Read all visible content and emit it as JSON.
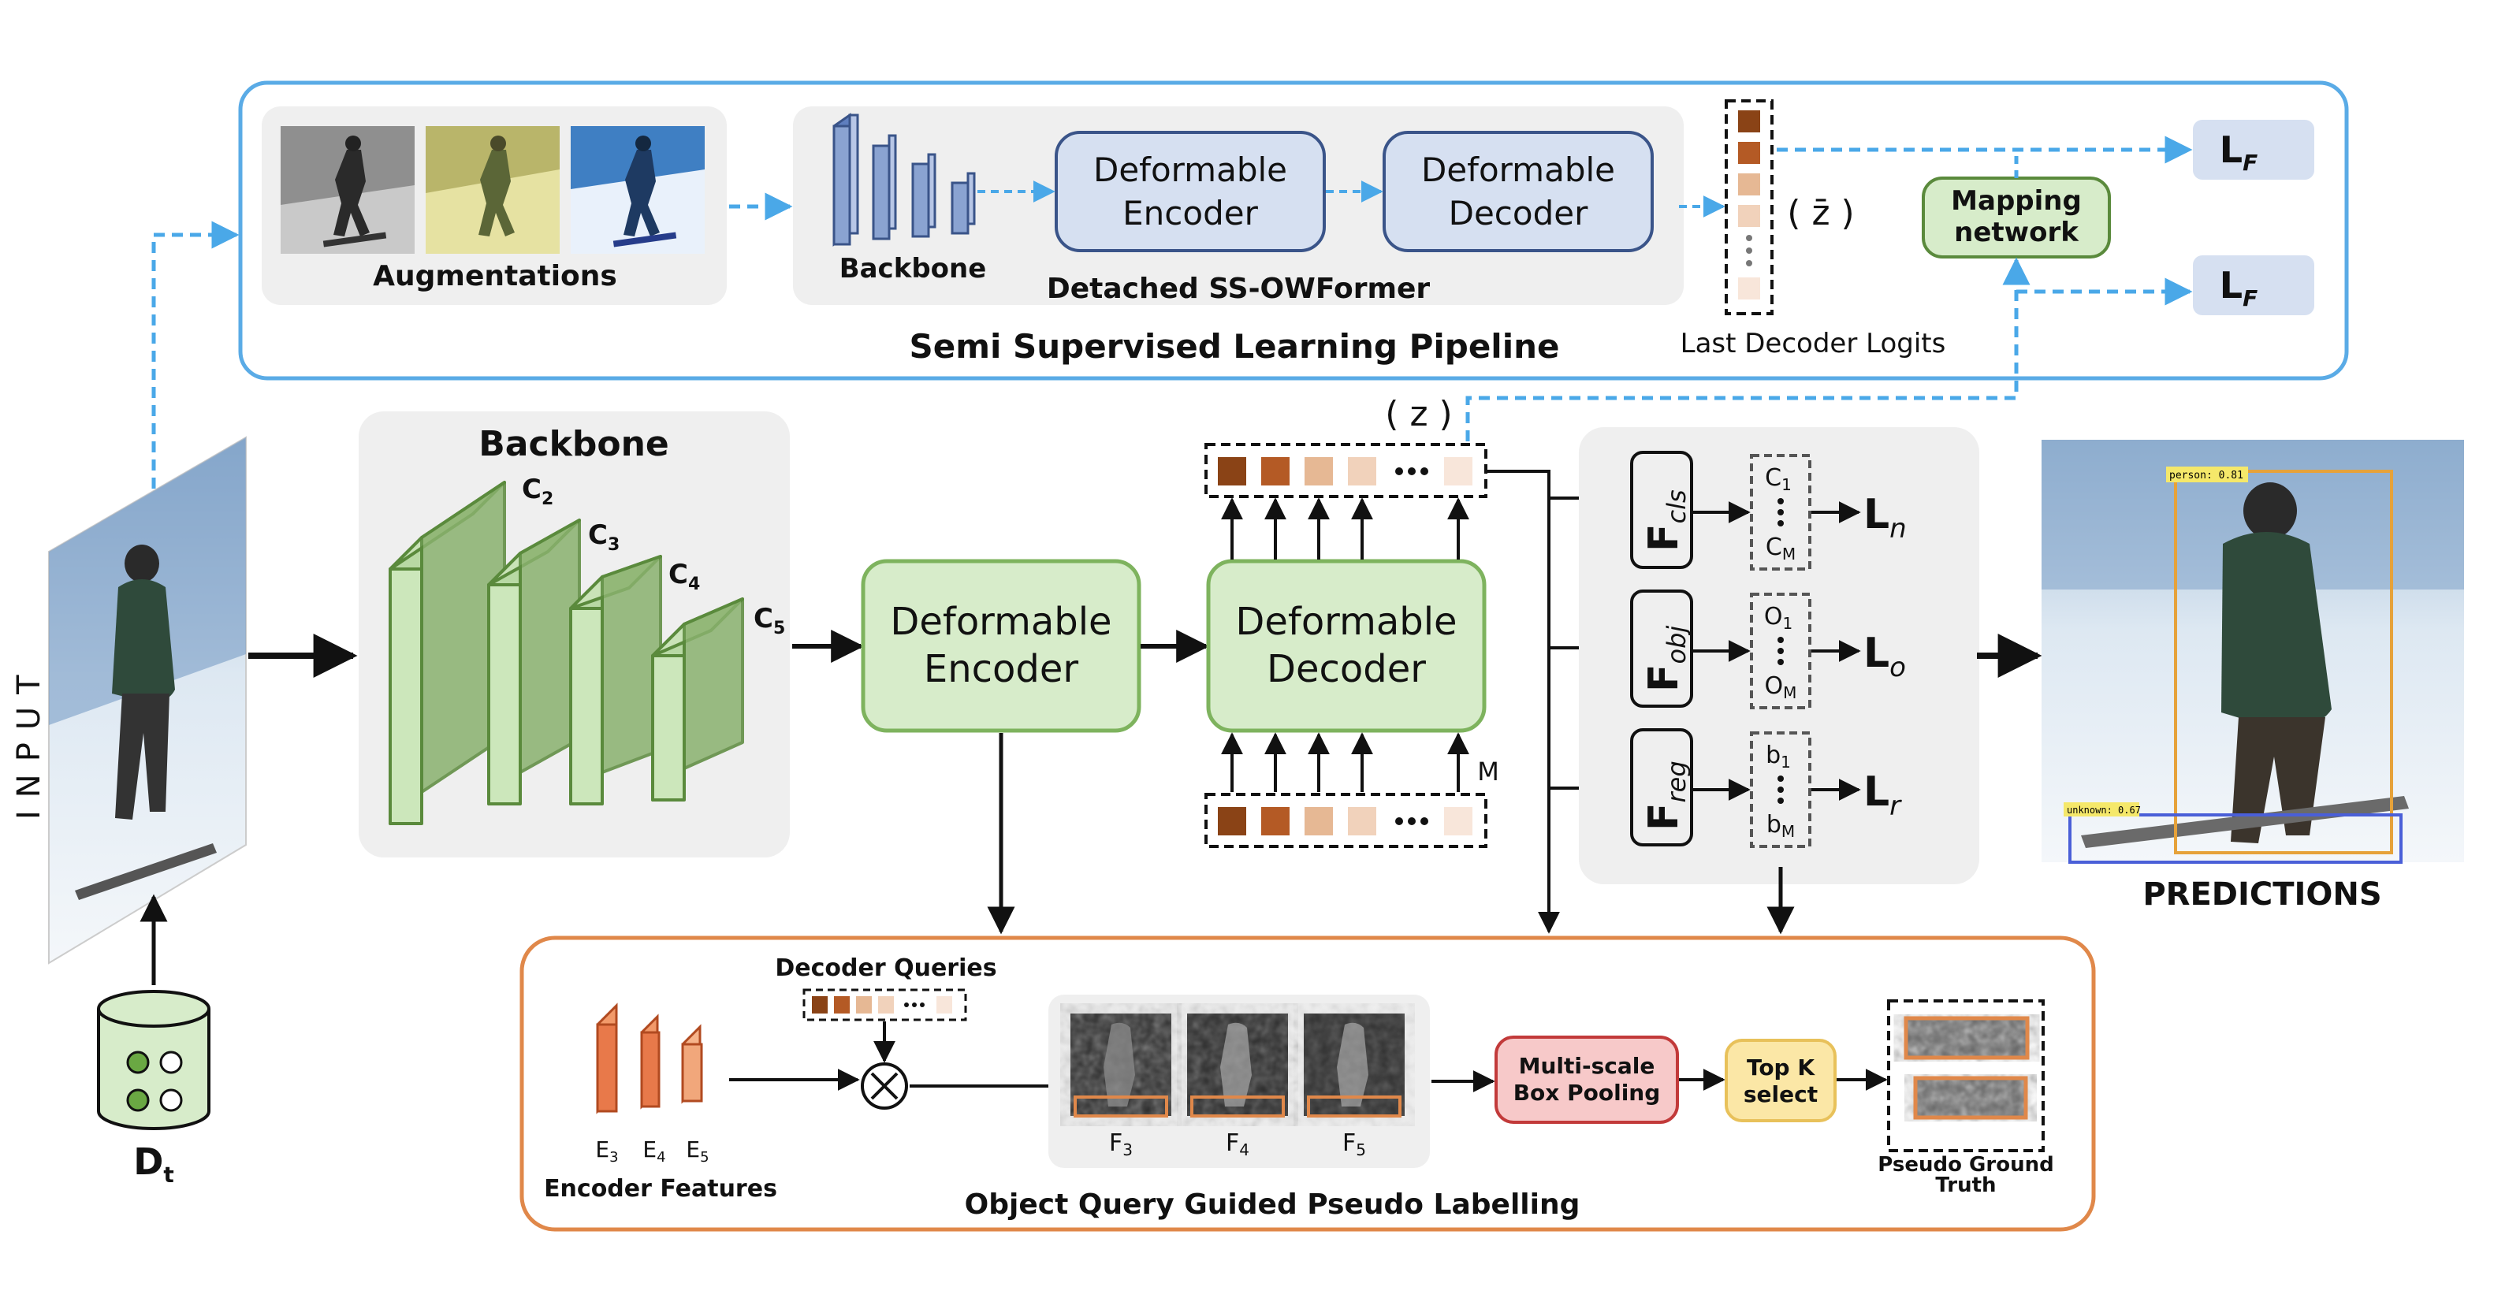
{
  "input_label": "INPUT",
  "dataset_label": "D",
  "dataset_sub": "t",
  "predictions_label": "PREDICTIONS",
  "ssl": {
    "title": "Semi Supervised Learning Pipeline",
    "augmentations_label": "Augmentations",
    "backbone_label": "Backbone",
    "detached_label": "Detached SS-OWFormer",
    "encoder": [
      "Deformable",
      "Encoder"
    ],
    "decoder": [
      "Deformable",
      "Decoder"
    ],
    "logits_label": "Last Decoder Logits",
    "zbar_label": "( z̄ )",
    "mapping": [
      "Mapping",
      "network"
    ],
    "loss": "L",
    "loss_sub": "F"
  },
  "main": {
    "backbone_title": "Backbone",
    "stages": [
      {
        "c": "C",
        "sub": "2"
      },
      {
        "c": "C",
        "sub": "3"
      },
      {
        "c": "C",
        "sub": "4"
      },
      {
        "c": "C",
        "sub": "5"
      }
    ],
    "encoder": [
      "Deformable",
      "Encoder"
    ],
    "decoder": [
      "Deformable",
      "Decoder"
    ],
    "z_label": "( z )",
    "m_label": "M",
    "heads": [
      {
        "f": "F",
        "sub": "cls",
        "top": "C",
        "top_sub": "1",
        "bot": "C",
        "bot_sub": "M",
        "loss": "L",
        "loss_sub": "n"
      },
      {
        "f": "F",
        "sub": "obj",
        "top": "O",
        "top_sub": "1",
        "bot": "O",
        "bot_sub": "M",
        "loss": "L",
        "loss_sub": "o"
      },
      {
        "f": "F",
        "sub": "reg",
        "top": "b",
        "top_sub": "1",
        "bot": "b",
        "bot_sub": "M",
        "loss": "L",
        "loss_sub": "r"
      }
    ]
  },
  "pseudo": {
    "title": "Object Query Guided Pseudo Labelling",
    "decoder_queries": "Decoder Queries",
    "encoder_features": "Encoder Features",
    "enc_labels": [
      {
        "e": "E",
        "sub": "3"
      },
      {
        "e": "E",
        "sub": "4"
      },
      {
        "e": "E",
        "sub": "5"
      }
    ],
    "feat_labels": [
      {
        "f": "F",
        "sub": "3"
      },
      {
        "f": "F",
        "sub": "4"
      },
      {
        "f": "F",
        "sub": "5"
      }
    ],
    "pooling": [
      "Multi-scale",
      "Box Pooling"
    ],
    "topk": [
      "Top K",
      "select"
    ],
    "pgt": [
      "Pseudo Ground",
      "Truth"
    ]
  },
  "detections": {
    "person": "person: 0.81",
    "unknown": "unknown: 0.67"
  },
  "colors": {
    "blue_panel": "#5aabe6",
    "green_fill": "#d7ecca",
    "green_stroke": "#7eb35e",
    "blue_fill": "#d6e0f1",
    "blue_stroke": "#3a5489",
    "orange_panel": "#e0884a",
    "token_colors": [
      "#8a4316",
      "#b45a25",
      "#e6b894",
      "#f1d2bb",
      "#f8e6da"
    ]
  }
}
